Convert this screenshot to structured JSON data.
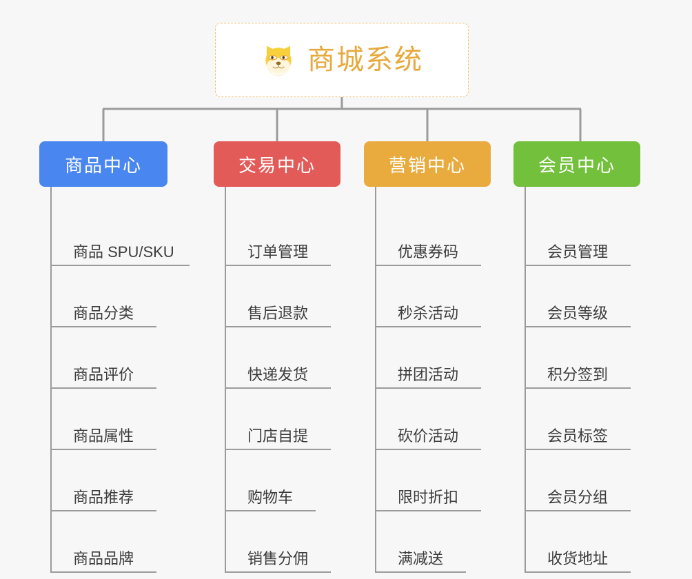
{
  "background_color": "#f7f7f7",
  "root": {
    "icon": "shiba-dog-face-icon",
    "title": "商城系统",
    "title_color": "#e6a93c",
    "border_color": "#eec06a"
  },
  "connector_color": "#9b9b9b",
  "columns": [
    {
      "id": "product-center",
      "label": "商品中心",
      "color": "#4a86f0",
      "items": [
        {
          "label": "商品 SPU/SKU",
          "rule_width": 200
        },
        {
          "label": "商品分类",
          "rule_width": 152
        },
        {
          "label": "商品评价",
          "rule_width": 152
        },
        {
          "label": "商品属性",
          "rule_width": 152
        },
        {
          "label": "商品推荐",
          "rule_width": 152
        },
        {
          "label": "商品品牌",
          "rule_width": 152
        }
      ]
    },
    {
      "id": "trade-center",
      "label": "交易中心",
      "color": "#e35b59",
      "items": [
        {
          "label": "订单管理",
          "rule_width": 152
        },
        {
          "label": "售后退款",
          "rule_width": 152
        },
        {
          "label": "快递发货",
          "rule_width": 152
        },
        {
          "label": "门店自提",
          "rule_width": 152
        },
        {
          "label": "购物车",
          "rule_width": 130
        },
        {
          "label": "销售分佣",
          "rule_width": 152
        }
      ]
    },
    {
      "id": "marketing-center",
      "label": "营销中心",
      "color": "#eaab3e",
      "items": [
        {
          "label": "优惠券码",
          "rule_width": 152
        },
        {
          "label": "秒杀活动",
          "rule_width": 152
        },
        {
          "label": "拼团活动",
          "rule_width": 152
        },
        {
          "label": "砍价活动",
          "rule_width": 152
        },
        {
          "label": "限时折扣",
          "rule_width": 152
        },
        {
          "label": "满减送",
          "rule_width": 130
        }
      ]
    },
    {
      "id": "member-center",
      "label": "会员中心",
      "color": "#72c03c",
      "items": [
        {
          "label": "会员管理",
          "rule_width": 152
        },
        {
          "label": "会员等级",
          "rule_width": 152
        },
        {
          "label": "积分签到",
          "rule_width": 152
        },
        {
          "label": "会员标签",
          "rule_width": 152
        },
        {
          "label": "会员分组",
          "rule_width": 152
        },
        {
          "label": "收货地址",
          "rule_width": 152
        }
      ]
    }
  ]
}
